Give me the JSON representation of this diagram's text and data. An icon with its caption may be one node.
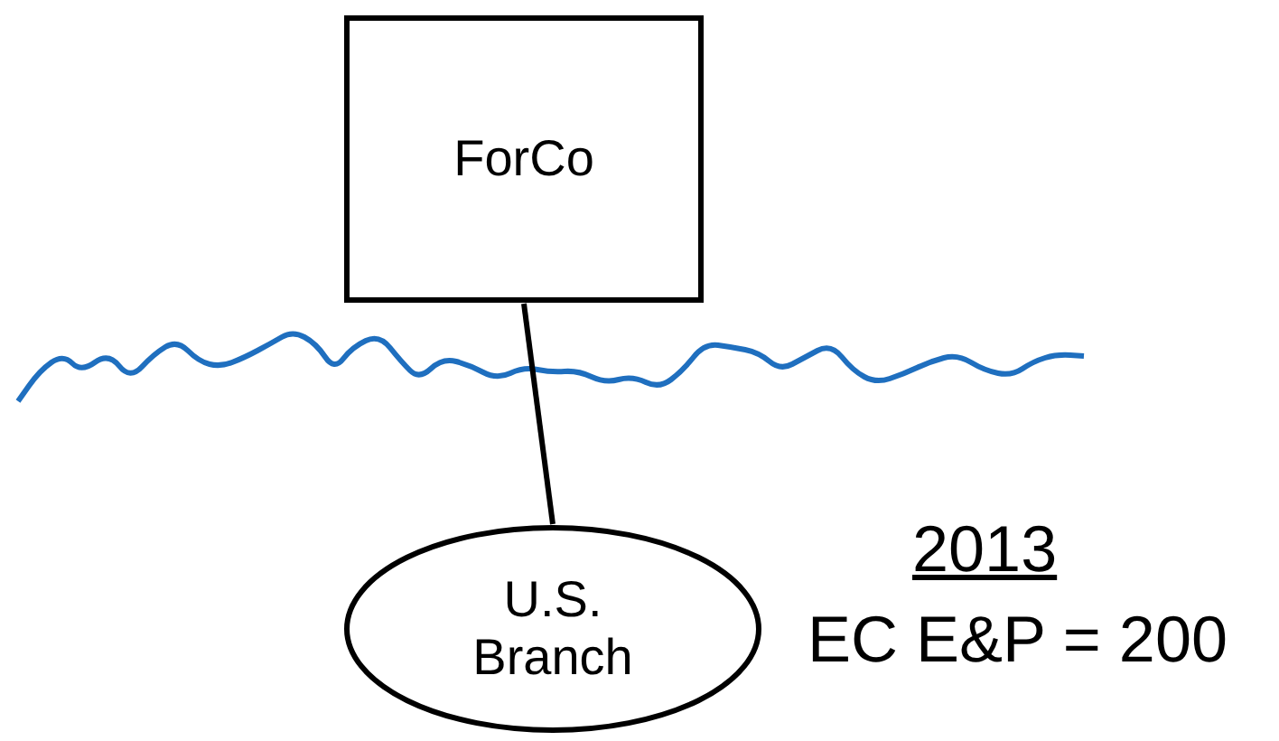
{
  "diagram": {
    "nodes": [
      {
        "text": [
          "ForCo"
        ]
      },
      {
        "text": [
          "U.S. Branch"
        ]
      }
    ],
    "edges": [
      {
        "from": 0,
        "to": 1,
        "arrow": "none"
      }
    ],
    "labels": [
      "2013",
      "EC E&P = 200"
    ]
  }
}
